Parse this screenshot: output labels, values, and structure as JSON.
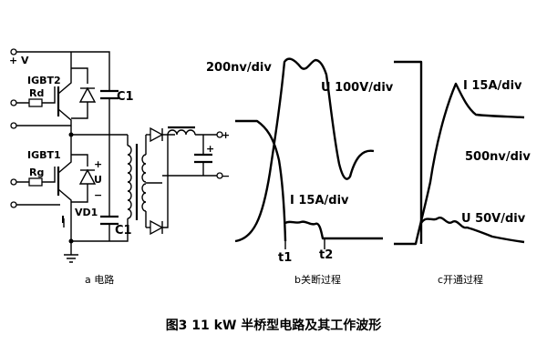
{
  "circuit": {
    "supply_label": "+ V",
    "igbt_top": "IGBT2",
    "igbt_bottom": "IGBT1",
    "rd_label": "Rd",
    "rg_label": "Rg",
    "cap_top": "C1",
    "cap_bottom": "C1",
    "diode_label": "VD1",
    "current_label": "I",
    "u_plus": "+",
    "u_label": "U",
    "u_minus": "−",
    "out_plus": "+",
    "out_minus": "−",
    "cap_plus": "+"
  },
  "turnoff": {
    "scale_v": "200nv/div",
    "scale_u": "U 100V/div",
    "scale_i": "I 15A/div",
    "t1": "t1",
    "t2": "t2"
  },
  "turnon": {
    "scale_i": "I 15A/div",
    "scale_v": "500nv/div",
    "scale_u": "U 50V/div"
  },
  "captions": {
    "a": "a 电路",
    "b": "b关断过程",
    "c": "c开通过程"
  },
  "figure_title": "图3 11 kW 半桥型电路及其工作波形"
}
